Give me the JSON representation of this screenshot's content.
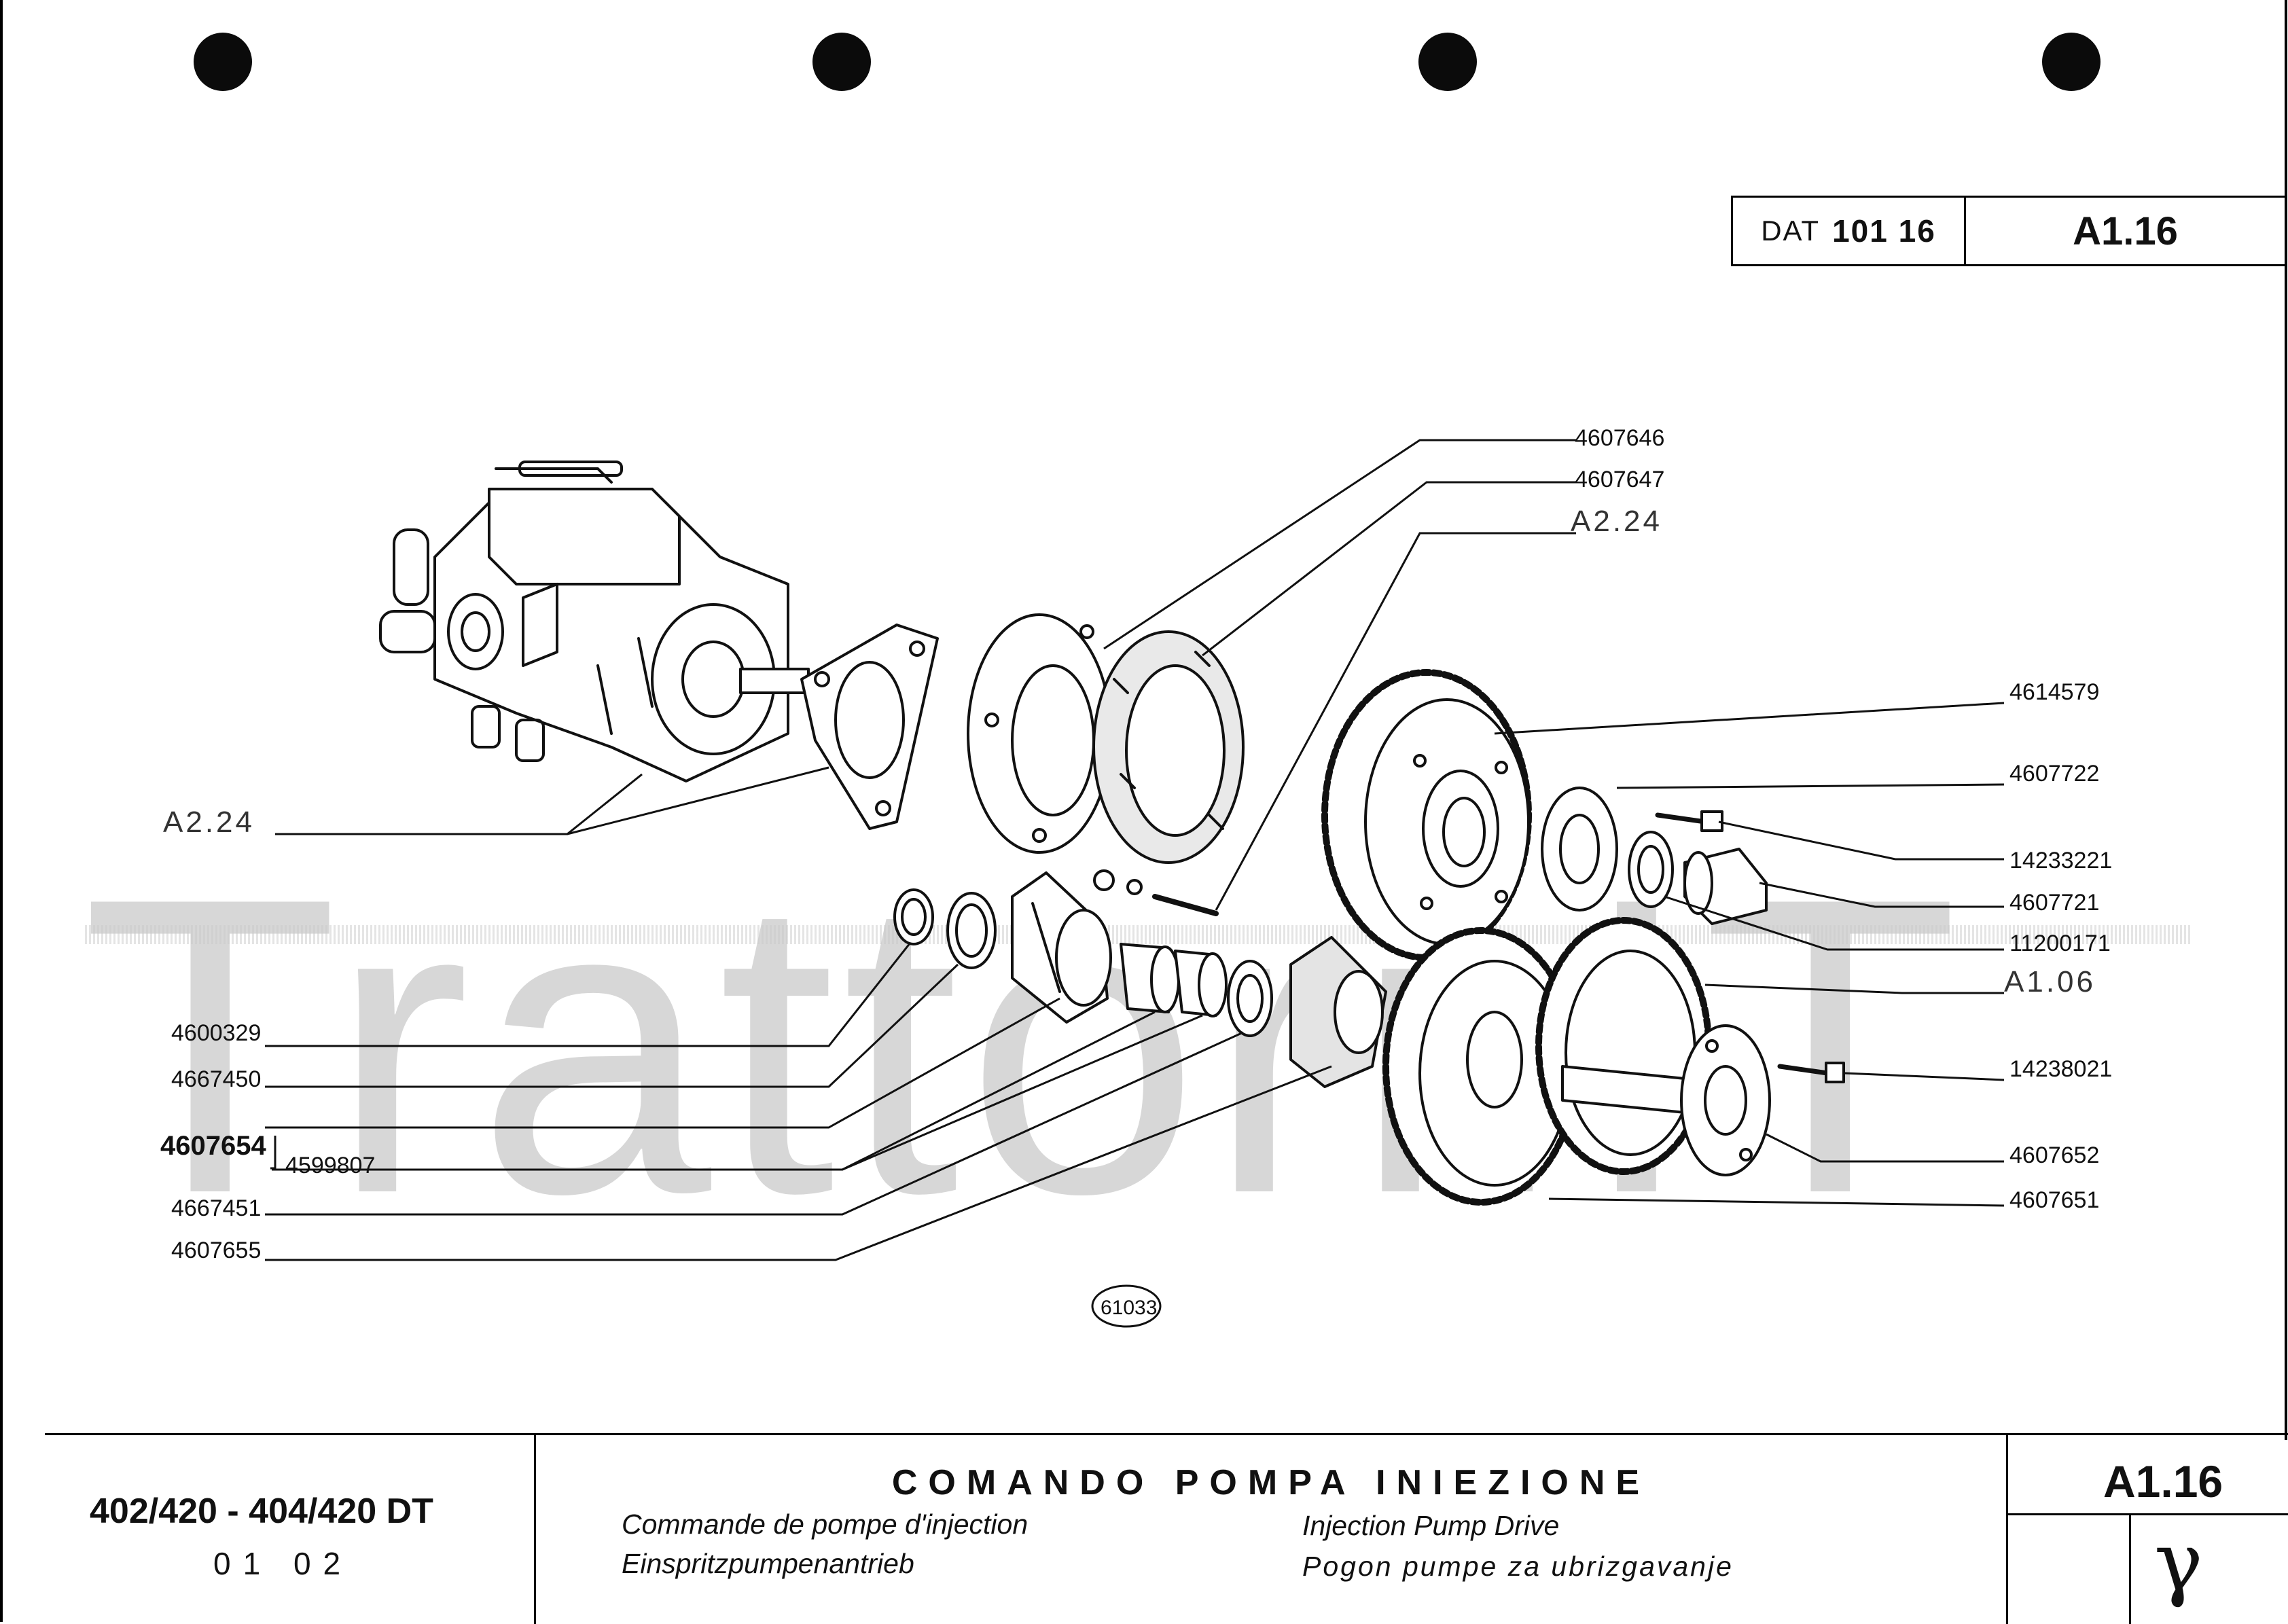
{
  "header": {
    "dat_prefix": "DAT",
    "dat_number": "101 16",
    "sheet_code": "A1.16"
  },
  "diagram": {
    "figure_number": "61033",
    "labels_left": {
      "ref_a224": "A2.24",
      "p1": "4600329",
      "p2": "4667450",
      "p3": "4607654",
      "p3_sub": "4599807",
      "p4": "4667451",
      "p5": "4607655"
    },
    "labels_top": {
      "p1": "4607646",
      "p2": "4607647",
      "ref": "A2.24"
    },
    "labels_right": {
      "p1": "4614579",
      "p2": "4607722",
      "p3": "14233221",
      "p4": "4607721",
      "p5": "11200171",
      "ref": "A1.06",
      "p6": "14238021",
      "p7": "4607652",
      "p8": "4607651"
    }
  },
  "watermark": "Trattori.IT",
  "footer": {
    "model": "402/420 - 404/420 DT",
    "model_codes": "01  02",
    "title_it": "COMANDO POMPA INIEZIONE",
    "title_fr": "Commande de pompe d'injection",
    "title_de": "Einspritzpumpenantrieb",
    "title_en": "Injection Pump Drive",
    "title_hr": "Pogon pumpe za ubrizgavanje",
    "code": "A1.16"
  }
}
